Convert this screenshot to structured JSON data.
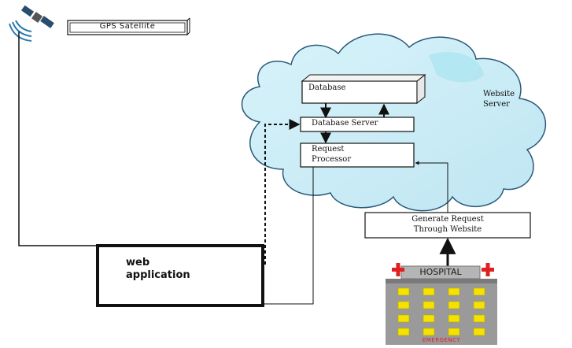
{
  "satellite": {
    "label": "GPS Satellite",
    "icon": "satellite-icon"
  },
  "cloud": {
    "database": "Database",
    "database_server": "Database Server",
    "request_processor": [
      "Request",
      "Processor"
    ],
    "website_server": [
      "Website",
      "Server"
    ]
  },
  "web_app": [
    "web",
    "application"
  ],
  "generate_request": [
    "Generate Request",
    "Through Website"
  ],
  "hospital": {
    "sign": "HOSPITAL",
    "entrance": "EMERGENCY"
  },
  "colors": {
    "cloud": "#cfeef7",
    "building": "#9a9a9a",
    "windows": "#f5e200",
    "cross": "#e02020"
  }
}
